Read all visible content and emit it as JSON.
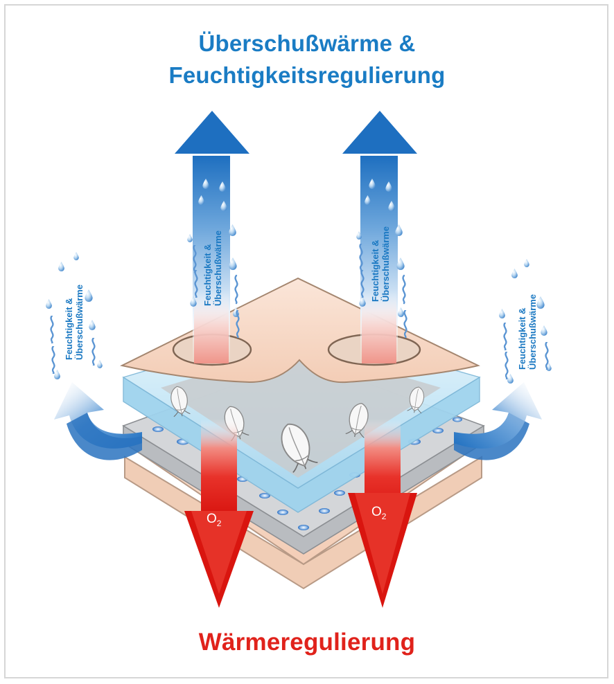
{
  "title_top": {
    "line1": "Überschußwärme &",
    "line2": "Feuchtigkeitsregulierung"
  },
  "title_bottom": "Wärmeregulierung",
  "arrow_labels": {
    "line1": "Feuchtigkeit &",
    "line2": "Überschußwärme"
  },
  "oxygen": {
    "symbol": "O",
    "subscript": "2"
  },
  "colors": {
    "blue_title": "#1a7cc4",
    "red_title": "#e0221b",
    "blue_arrow": "#1e6fc0",
    "red_arrow": "#e0201a",
    "skin_layer": "#f6d9c8",
    "fabric_gray": "#cfd2d6",
    "fabric_blue": "#bfe3f5"
  }
}
